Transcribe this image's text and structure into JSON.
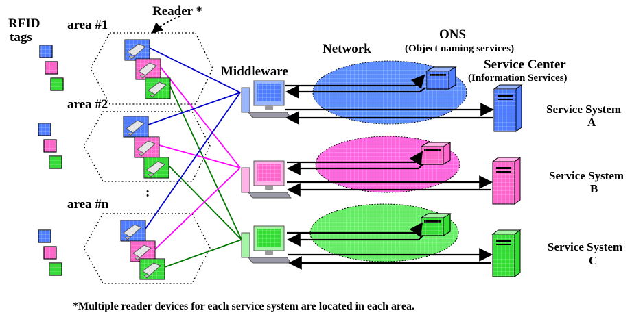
{
  "labels": {
    "rfid_line1": "RFID",
    "rfid_line2": "tags",
    "reader": "Reader *",
    "area1": "area #1",
    "area2": "area #2",
    "arean": "area #n",
    "vdots": ":",
    "middleware": "Middleware",
    "network": "Network",
    "ons": "ONS",
    "ons_sub": "(Object naming services)",
    "service_center": "Service Center",
    "service_center_sub": "(Information Services)",
    "footnote": "*Multiple reader devices for each service system are located in each area."
  },
  "systems": [
    {
      "line1": "Service System",
      "line2": "A",
      "color": "#4f7dff",
      "light": "#9ab6ff",
      "cloud": "#5b8dff"
    },
    {
      "line1": "Service System",
      "line2": "B",
      "color": "#ff66cc",
      "light": "#ffb3e6",
      "cloud": "#ff66e0"
    },
    {
      "line1": "Service System",
      "line2": "C",
      "color": "#33dd33",
      "light": "#a6f5a6",
      "cloud": "#66ee66"
    }
  ],
  "link_colors": [
    "#0000cc",
    "#ff00ff",
    "#007700"
  ]
}
